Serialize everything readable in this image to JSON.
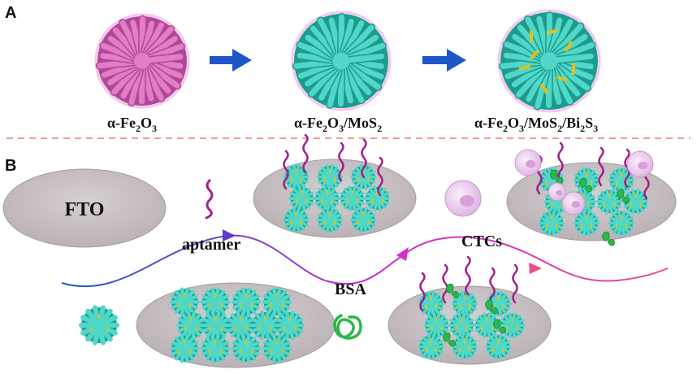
{
  "panels": {
    "a": {
      "letter": "A"
    },
    "b": {
      "letter": "B"
    }
  },
  "materials": [
    {
      "id": "fe2o3",
      "prefix": "α-Fe",
      "sub1": "2",
      "mid1": "O",
      "sub2": "3"
    },
    {
      "id": "fe2o3_mos2",
      "prefix": "α-Fe",
      "sub1": "2",
      "mid1": "O",
      "sub2": "3",
      "mid2": "/MoS",
      "sub3": "2"
    },
    {
      "id": "fe2o3_mos2_bi2s3",
      "prefix": "α-Fe",
      "sub1": "2",
      "mid1": "O",
      "sub2": "3",
      "mid2": "/MoS",
      "sub3": "2",
      "mid3": "/Bi",
      "sub4": "2",
      "mid4": "S",
      "sub5": "3"
    }
  ],
  "steps": {
    "electrode": "FTO",
    "aptamer": "aptamer",
    "blocking": "BSA",
    "target": "CTCs"
  },
  "colors": {
    "pink_sphere": "#e47cc6",
    "pink_sphere_dark": "#b0489a",
    "teal_sphere": "#4fd8c8",
    "teal_sphere_dark": "#1f9a8e",
    "bi2s3": "#e0c020",
    "arrow_blue": "#1f55c8",
    "divider": "#e8806a",
    "plate": "#c8c0c4",
    "plate_edge": "#8c8488",
    "aptamer": "#a0208a",
    "bsa": "#2ab84a",
    "cell": "#eec8ea",
    "curve_start": "#1a5fc0",
    "curve_mid": "#c030d0",
    "curve_end": "#f04a8a"
  }
}
